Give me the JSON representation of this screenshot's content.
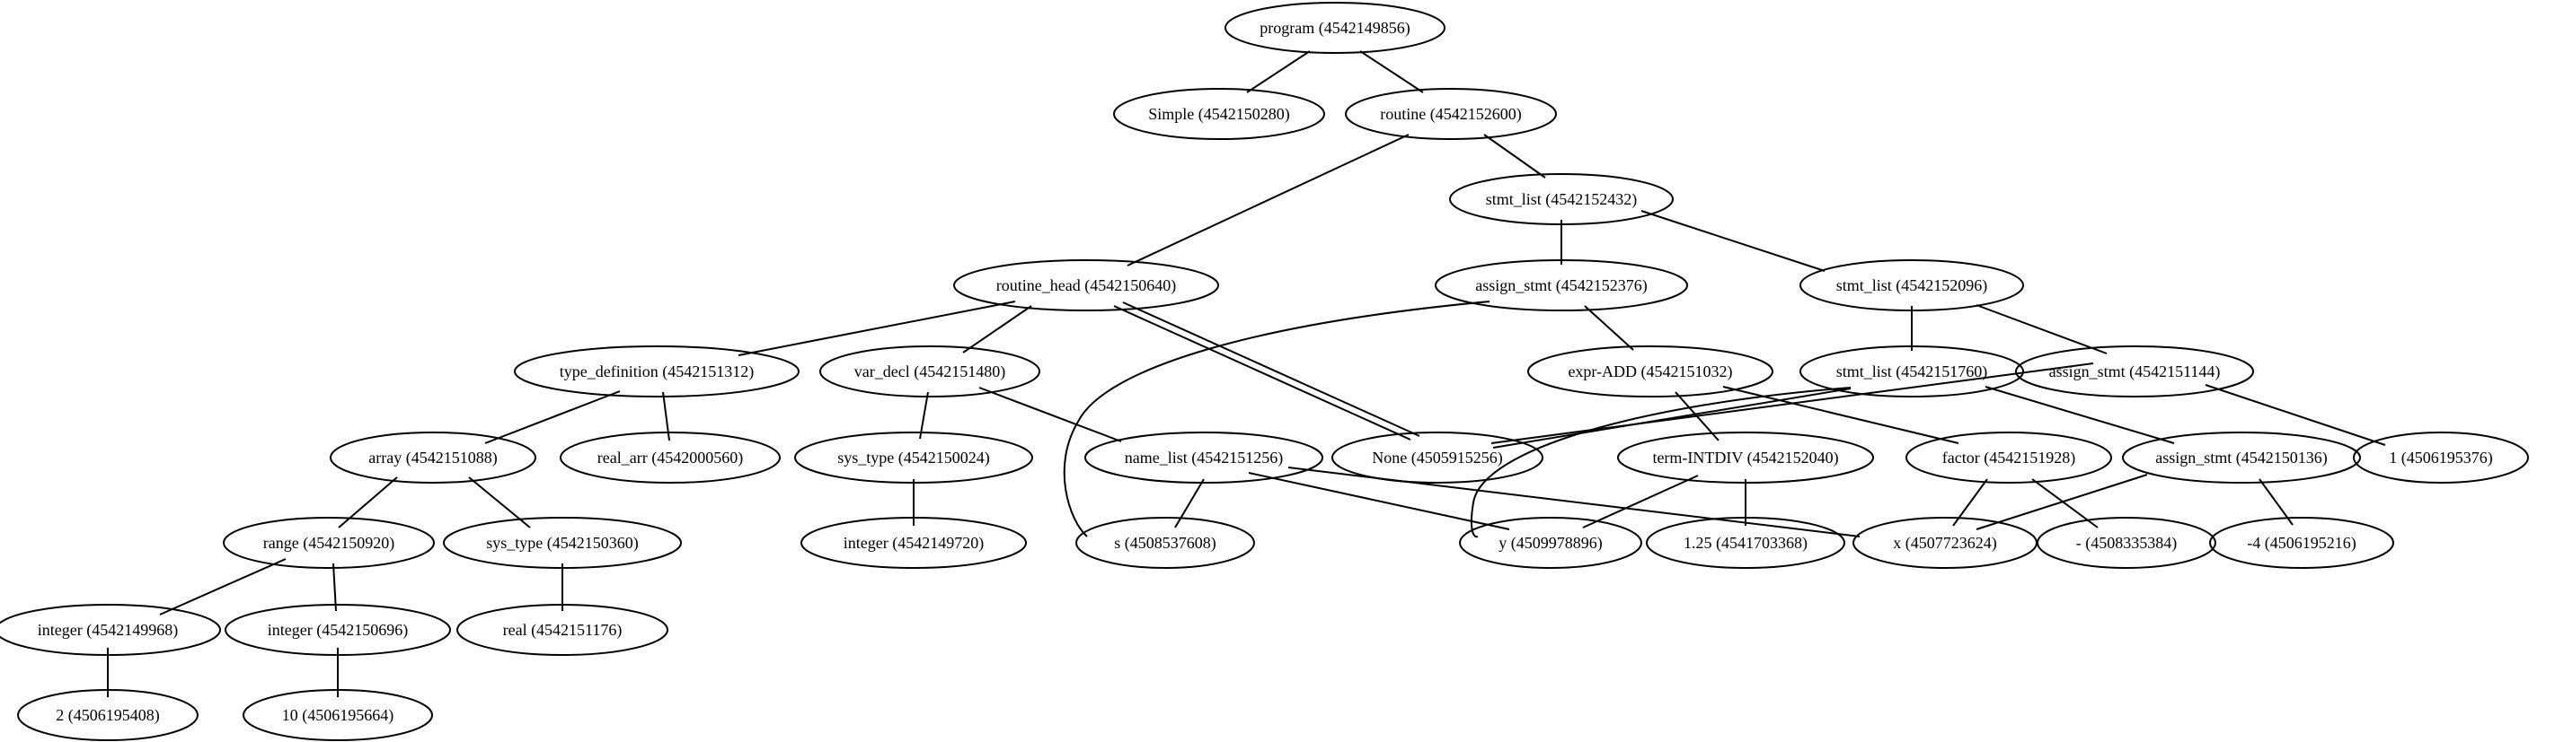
{
  "nodes": {
    "program": "program (4542149856)",
    "simple": "Simple (4542150280)",
    "routine": "routine (4542152600)",
    "stmt_list_1": "stmt_list (4542152432)",
    "routine_head": "routine_head (4542150640)",
    "assign_stmt_1": "assign_stmt (4542152376)",
    "stmt_list_2": "stmt_list (4542152096)",
    "type_definition": "type_definition (4542151312)",
    "var_decl": "var_decl (4542151480)",
    "expr_add": "expr-ADD (4542151032)",
    "stmt_list_3": "stmt_list (4542151760)",
    "assign_stmt_2": "assign_stmt (4542151144)",
    "array": "array (4542151088)",
    "real_arr": "real_arr (4542000560)",
    "sys_type_1": "sys_type (4542150024)",
    "name_list": "name_list (4542151256)",
    "none": "None (4505915256)",
    "term_intdiv": "term-INTDIV (4542152040)",
    "factor": "factor (4542151928)",
    "assign_stmt_3": "assign_stmt (4542150136)",
    "one": "1 (4506195376)",
    "range": "range (4542150920)",
    "sys_type_2": "sys_type (4542150360)",
    "integer_1": "integer (4542149720)",
    "s": "s (4508537608)",
    "y": "y (4509978896)",
    "val_1_25": "1.25 (4541703368)",
    "x": "x (4507723624)",
    "minus": "- (4508335384)",
    "neg_4": "-4 (4506195216)",
    "integer_2": "integer (4542149968)",
    "integer_3": "integer (4542150696)",
    "real": "real (4542151176)",
    "two": "2 (4506195408)",
    "ten": "10 (4506195664)"
  }
}
